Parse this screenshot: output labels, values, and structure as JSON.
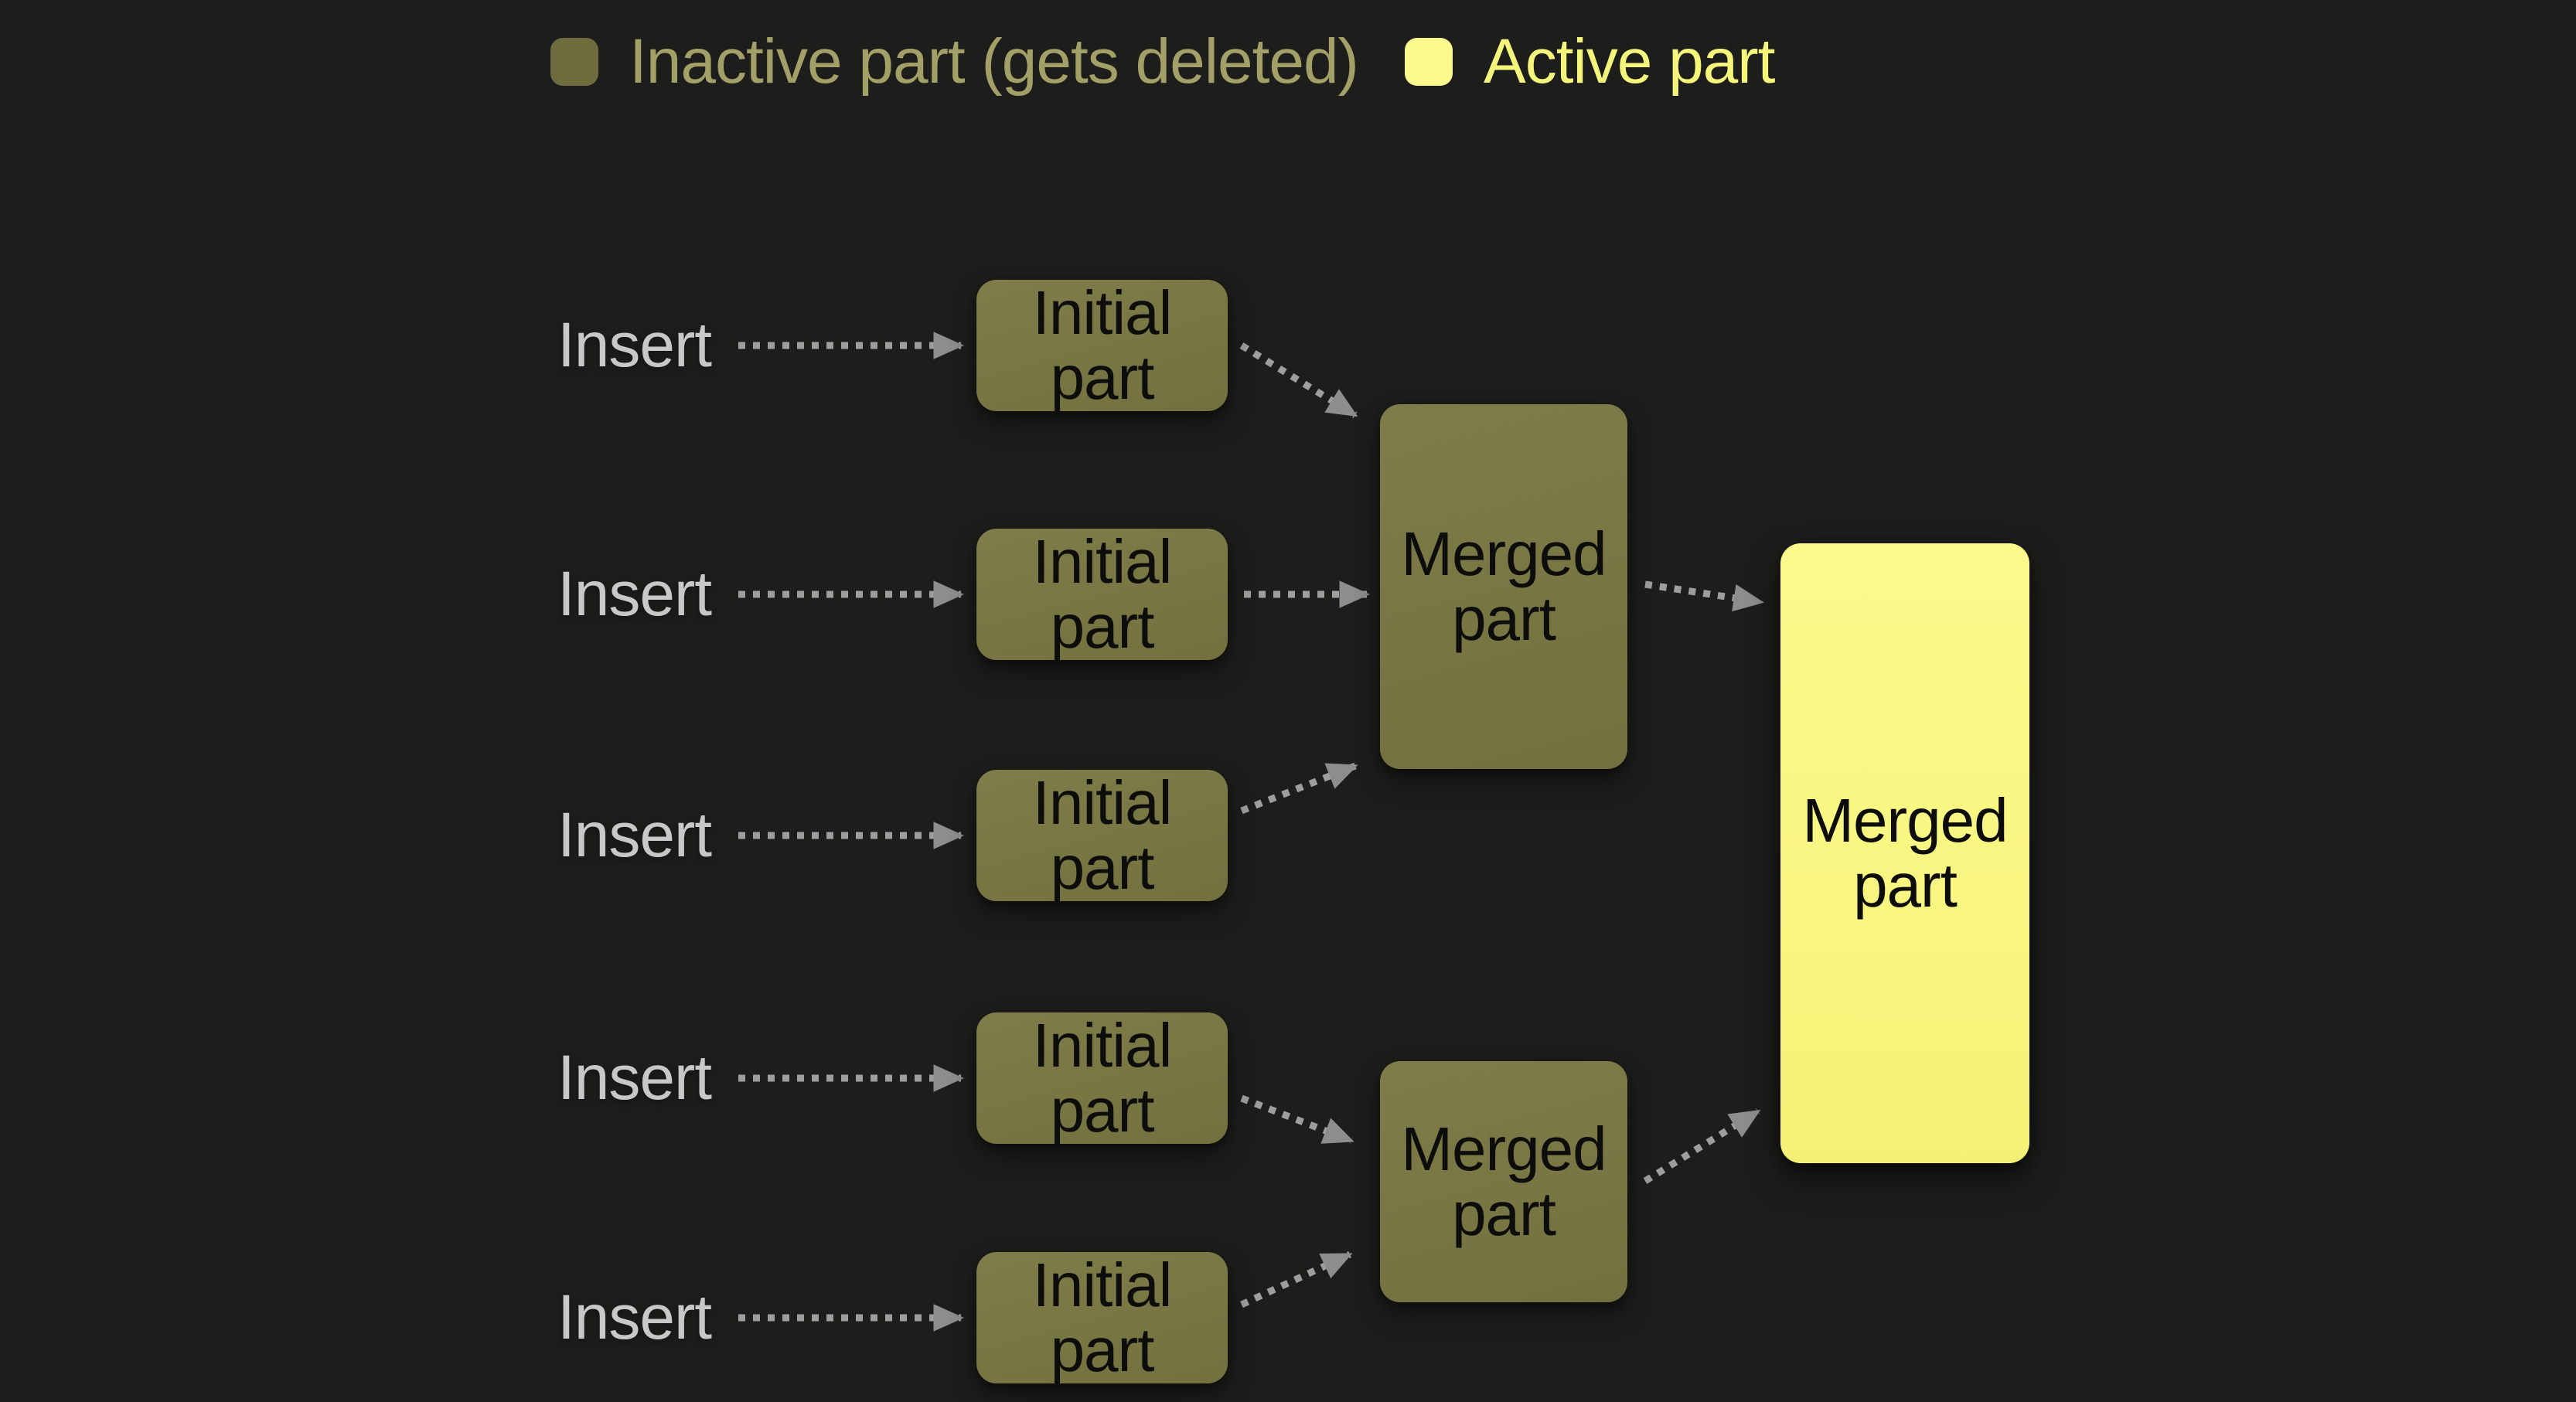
{
  "legend": {
    "items": [
      {
        "id": "inactive",
        "label": "Inactive part (gets deleted)"
      },
      {
        "id": "active",
        "label": "Active part"
      }
    ]
  },
  "diagram": {
    "insert_labels": [
      "Insert",
      "Insert",
      "Insert",
      "Insert",
      "Insert"
    ],
    "initial_parts": [
      "Initial part",
      "Initial part",
      "Initial part",
      "Initial part",
      "Initial part"
    ],
    "merged_parts": [
      "Merged part",
      "Merged part"
    ],
    "final_part": "Merged part"
  },
  "colors": {
    "background": "#1d1d1b",
    "inactive_fill": "#787643",
    "inactive_swatch": "#6e6c3e",
    "inactive_text": "#a2a066",
    "active_fill": "#f8f680",
    "active_text": "#f6f57b",
    "node_text": "#0d0d0c",
    "insert_text": "#c8c8c8",
    "arrow_line": "#9e9e9e",
    "arrow_head": "#8d8d8d"
  }
}
